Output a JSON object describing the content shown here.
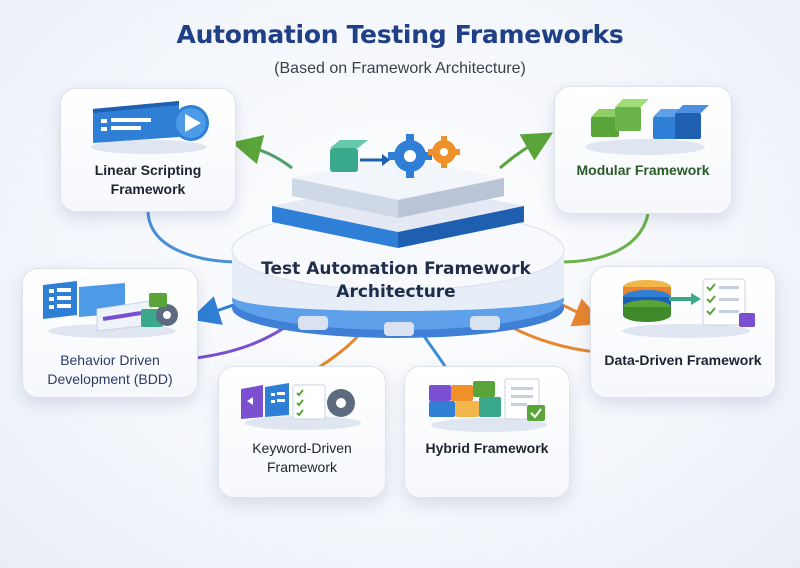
{
  "title": "Automation Testing Frameworks",
  "subtitle": "(Based on Framework Architecture)",
  "center": {
    "label_line1": "Test Automation Framework",
    "label_line2": "Architecture"
  },
  "nodes": {
    "linear": {
      "line1": "Linear Scripting",
      "line2": "Framework"
    },
    "modular": {
      "line1": "Modular Framework"
    },
    "bdd": {
      "line1": "Behavior Driven",
      "line2": "Development (BDD)"
    },
    "data_driven": {
      "line1": "Data-Driven Framework"
    },
    "keyword": {
      "line1": "Keyword-Driven",
      "line2": "Framework"
    },
    "hybrid": {
      "line1": "Hybrid Framework"
    }
  },
  "colors": {
    "title": "#1f3f86",
    "linear": "#2f7fd6",
    "modular": "#5aa53a",
    "bdd": "#7a4fd0",
    "data_driven": "#e8862f",
    "keyword": "#e8862f",
    "hybrid": "#3d8fd8"
  }
}
